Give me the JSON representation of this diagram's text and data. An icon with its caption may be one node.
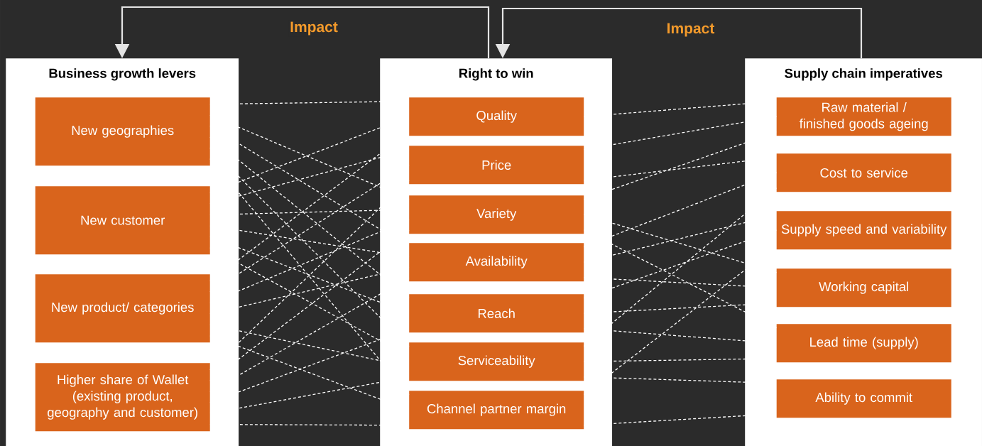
{
  "diagram": {
    "nodes": [
      {
        "text": [
          "Business growth levers"
        ]
      },
      {
        "text": [
          "New geographies"
        ],
        "in": 0
      },
      {
        "text": [
          "New customer"
        ],
        "in": 0
      },
      {
        "text": [
          "New product/ categories"
        ],
        "in": 0
      },
      {
        "text": [
          "Higher share of Wallet (existing product, geography and customer)"
        ],
        "in": 0
      },
      {
        "text": [
          "Right to win"
        ]
      },
      {
        "text": [
          "Quality"
        ],
        "in": 5
      },
      {
        "text": [
          "Price"
        ],
        "in": 5
      },
      {
        "text": [
          "Variety"
        ],
        "in": 5
      },
      {
        "text": [
          "Availability"
        ],
        "in": 5
      },
      {
        "text": [
          "Reach"
        ],
        "in": 5
      },
      {
        "text": [
          "Serviceability"
        ],
        "in": 5
      },
      {
        "text": [
          "Channel partner margin"
        ],
        "in": 5
      },
      {
        "text": [
          "Supply chain imperatives"
        ]
      },
      {
        "text": [
          "Raw material / finished goods ageing"
        ],
        "in": 13
      },
      {
        "text": [
          "Cost to service"
        ],
        "in": 13
      },
      {
        "text": [
          "Supply speed and variability"
        ],
        "in": 13
      },
      {
        "text": [
          "Working capital"
        ],
        "in": 13
      },
      {
        "text": [
          "Lead time (supply)"
        ],
        "in": 13
      },
      {
        "text": [
          "Ability to commit"
        ],
        "in": 13
      }
    ],
    "edges": [
      {
        "from": 5,
        "to": 0,
        "arrow": "to",
        "label": "Impact"
      },
      {
        "from": 13,
        "to": 5,
        "arrow": "to",
        "label": "Impact"
      },
      {
        "from": 1,
        "to": 6,
        "arrow": "none",
        "style": "dashed"
      },
      {
        "from": 1,
        "to": 8,
        "arrow": "none",
        "style": "dashed"
      },
      {
        "from": 1,
        "to": 9,
        "arrow": "none",
        "style": "dashed"
      },
      {
        "from": 1,
        "to": 10,
        "arrow": "none",
        "style": "dashed"
      },
      {
        "from": 1,
        "to": 11,
        "arrow": "none",
        "style": "dashed"
      },
      {
        "from": 1,
        "to": 12,
        "arrow": "none",
        "style": "dashed"
      },
      {
        "from": 2,
        "to": 6,
        "arrow": "none",
        "style": "dashed"
      },
      {
        "from": 2,
        "to": 7,
        "arrow": "none",
        "style": "dashed"
      },
      {
        "from": 2,
        "to": 8,
        "arrow": "none",
        "style": "dashed"
      },
      {
        "from": 2,
        "to": 9,
        "arrow": "none",
        "style": "dashed"
      },
      {
        "from": 2,
        "to": 10,
        "arrow": "none",
        "style": "dashed"
      },
      {
        "from": 2,
        "to": 11,
        "arrow": "none",
        "style": "dashed"
      },
      {
        "from": 3,
        "to": 6,
        "arrow": "none",
        "style": "dashed"
      },
      {
        "from": 3,
        "to": 7,
        "arrow": "none",
        "style": "dashed"
      },
      {
        "from": 3,
        "to": 8,
        "arrow": "none",
        "style": "dashed"
      },
      {
        "from": 3,
        "to": 9,
        "arrow": "none",
        "style": "dashed"
      },
      {
        "from": 3,
        "to": 11,
        "arrow": "none",
        "style": "dashed"
      },
      {
        "from": 3,
        "to": 12,
        "arrow": "none",
        "style": "dashed"
      },
      {
        "from": 4,
        "to": 7,
        "arrow": "none",
        "style": "dashed"
      },
      {
        "from": 4,
        "to": 8,
        "arrow": "none",
        "style": "dashed"
      },
      {
        "from": 4,
        "to": 9,
        "arrow": "none",
        "style": "dashed"
      },
      {
        "from": 4,
        "to": 10,
        "arrow": "none",
        "style": "dashed"
      },
      {
        "from": 4,
        "to": 11,
        "arrow": "none",
        "style": "dashed"
      },
      {
        "from": 4,
        "to": 12,
        "arrow": "none",
        "style": "dashed"
      },
      {
        "from": 6,
        "to": 14,
        "arrow": "none",
        "style": "dashed"
      },
      {
        "from": 7,
        "to": 14,
        "arrow": "none",
        "style": "dashed"
      },
      {
        "from": 7,
        "to": 15,
        "arrow": "none",
        "style": "dashed"
      },
      {
        "from": 8,
        "to": 14,
        "arrow": "none",
        "style": "dashed"
      },
      {
        "from": 8,
        "to": 17,
        "arrow": "none",
        "style": "dashed"
      },
      {
        "from": 8,
        "to": 18,
        "arrow": "none",
        "style": "dashed"
      },
      {
        "from": 9,
        "to": 15,
        "arrow": "none",
        "style": "dashed"
      },
      {
        "from": 9,
        "to": 16,
        "arrow": "none",
        "style": "dashed"
      },
      {
        "from": 9,
        "to": 17,
        "arrow": "none",
        "style": "dashed"
      },
      {
        "from": 10,
        "to": 16,
        "arrow": "none",
        "style": "dashed"
      },
      {
        "from": 10,
        "to": 17,
        "arrow": "none",
        "style": "dashed"
      },
      {
        "from": 10,
        "to": 18,
        "arrow": "none",
        "style": "dashed"
      },
      {
        "from": 11,
        "to": 15,
        "arrow": "none",
        "style": "dashed"
      },
      {
        "from": 11,
        "to": 18,
        "arrow": "none",
        "style": "dashed"
      },
      {
        "from": 11,
        "to": 19,
        "arrow": "none",
        "style": "dashed"
      },
      {
        "from": 12,
        "to": 16,
        "arrow": "none",
        "style": "dashed"
      },
      {
        "from": 12,
        "to": 19,
        "arrow": "none",
        "style": "dashed"
      }
    ]
  }
}
